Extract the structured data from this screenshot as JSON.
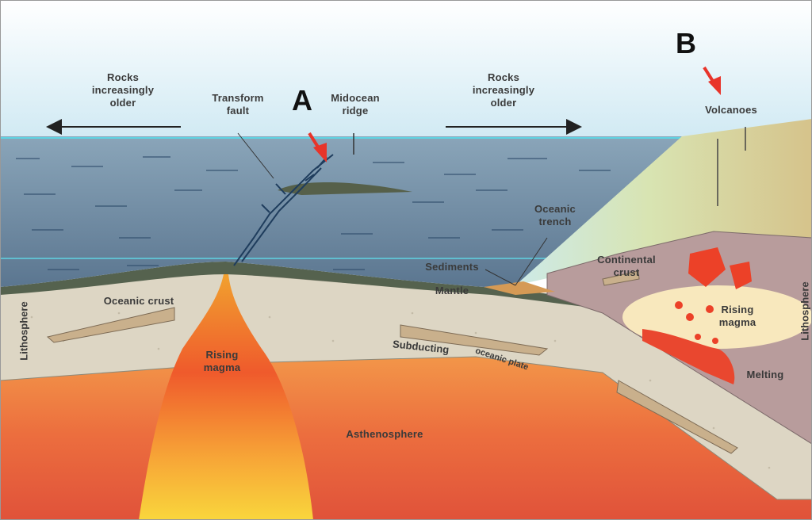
{
  "markers": {
    "a": "A",
    "b": "B"
  },
  "labels": {
    "rocks_left": "Rocks\nincreasingly\nolder",
    "rocks_right": "Rocks\nincreasingly\nolder",
    "transform_fault": "Transform\nfault",
    "midocean_ridge": "Midocean\nridge",
    "volcanoes": "Volcanoes",
    "oceanic_trench": "Oceanic\ntrench",
    "sediments": "Sediments",
    "continental_crust": "Continental\ncrust",
    "mantle": "Mantle",
    "oceanic_crust": "Oceanic crust",
    "lithosphere_left": "Lithosphere",
    "lithosphere_right": "Lithosphere",
    "rising_magma_left": "Rising\nmagma",
    "rising_magma_right": "Rising\nmagma",
    "subducting_plate": "Subducting",
    "subducting_plate_tail": "oceanic plate",
    "melting": "Melting",
    "asthenosphere": "Asthenosphere"
  },
  "colors": {
    "sky": "#dff0f7",
    "ocean": "#5a7690",
    "ocean_light": "#7e98ad",
    "crust": "#dcd6c6",
    "asthenosphere": "#ec6a3e",
    "magma": "#f6b132",
    "continent": "#d9c48b",
    "arrow_red": "#e8342a"
  }
}
